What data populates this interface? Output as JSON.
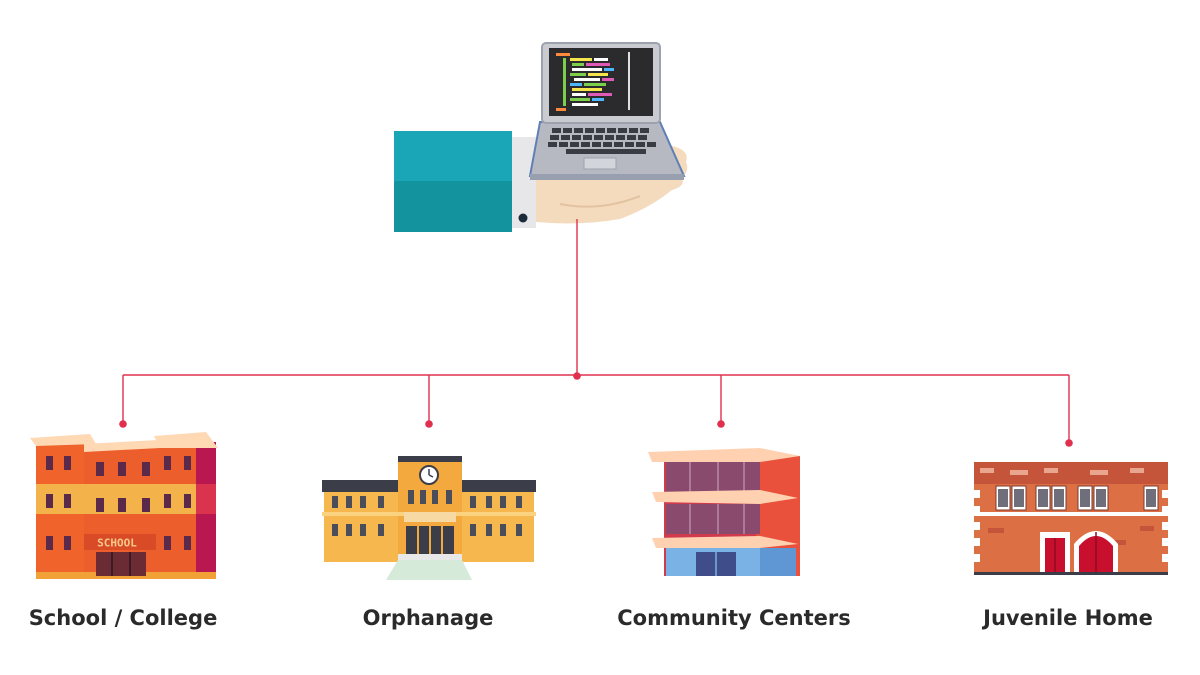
{
  "school_sign": "SCHOOL",
  "labels": {
    "school": "School / College",
    "orphanage": "Orphanage",
    "community": "Community Centers",
    "juvenile": "Juvenile Home"
  },
  "colors": {
    "connector": "#e0304e",
    "sleeve": "#19a3b5",
    "skin": "#f5dcc0",
    "laptop": "#b9bcc4",
    "screen": "#2c2c2c"
  }
}
